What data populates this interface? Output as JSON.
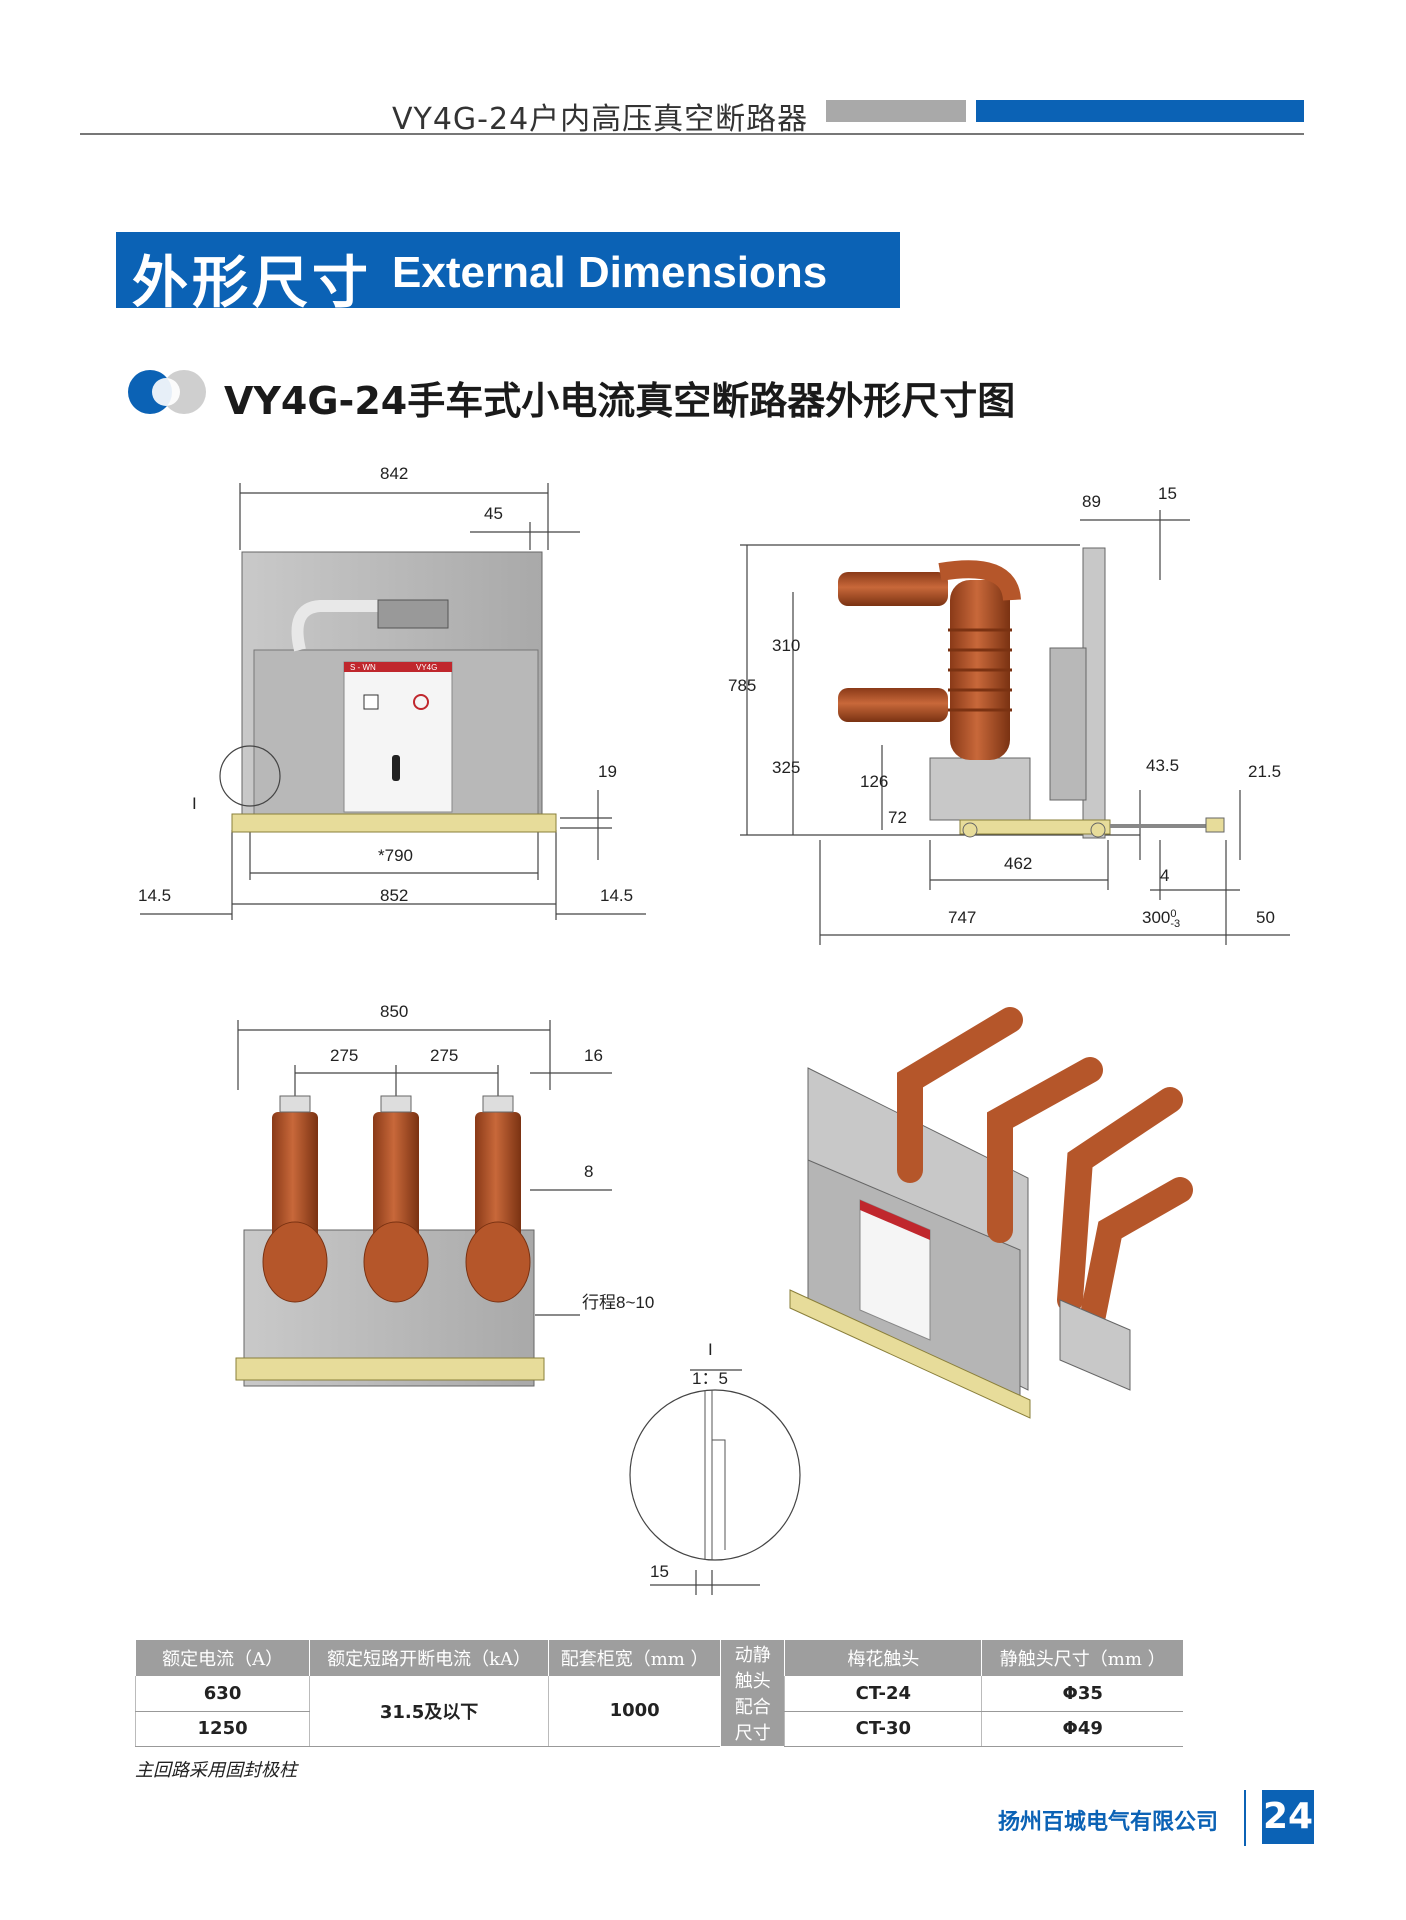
{
  "header": {
    "title": "VY4G-24户内高压真空断路器"
  },
  "section": {
    "title_zh": "外形尺寸",
    "title_en": "External Dimensions"
  },
  "subtitle": "VY4G-24手车式小电流真空断路器外形尺寸图",
  "front_view": {
    "d842": "842",
    "d45": "45",
    "d19": "19",
    "d790": "*790",
    "d852": "852",
    "d14a": "14.5",
    "d14b": "14.5",
    "detail_mark": "I",
    "panel_brand": "S - WN",
    "panel_model": "VY4G"
  },
  "side_view": {
    "d89": "89",
    "d15": "15",
    "d310": "310",
    "d785": "785",
    "d325": "325",
    "d126": "126",
    "d72": "72",
    "d435": "43.5",
    "d215": "21.5",
    "d462": "462",
    "d4": "4",
    "d747": "747",
    "d300": "300",
    "d300_tol_up": "0",
    "d300_tol_dn": "-3",
    "d50": "50"
  },
  "top_view": {
    "d850": "850",
    "d275a": "275",
    "d275b": "275",
    "d16": "16",
    "d8": "8",
    "stroke": "行程8~10"
  },
  "detail": {
    "mark": "I",
    "scale": "1：5",
    "d15": "15"
  },
  "table": {
    "headers": [
      "额定电流（A）",
      "额定短路开断电流（kA）",
      "配套柜宽（mm ）",
      "动静触头配合尺寸",
      "梅花触头",
      "静触头尺寸（mm ）"
    ],
    "side_label": "动静\n触头\n配合\n尺寸",
    "rows": [
      {
        "current": "630",
        "breaking": "31.5及以下",
        "width": "1000",
        "contact": "CT-24",
        "static": "Φ35"
      },
      {
        "current": "1250",
        "contact": "CT-30",
        "static": "Φ49"
      }
    ]
  },
  "note": "主回路采用固封极柱",
  "footer": {
    "company": "扬州百城电气有限公司",
    "page": "24"
  },
  "colors": {
    "blue": "#0b62b5",
    "gray": "#a9a9a9",
    "copper": "#b5562a",
    "table_head": "#9e9e9e"
  }
}
